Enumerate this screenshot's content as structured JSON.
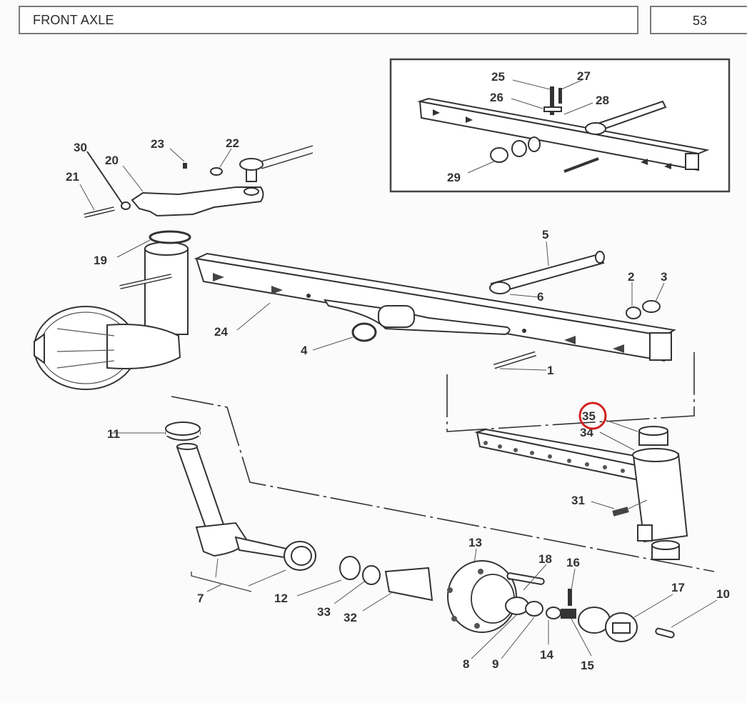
{
  "header": {
    "title": "FRONT AXLE",
    "page_number": "53"
  },
  "diagram": {
    "type": "exploded parts diagram",
    "highlight": {
      "part": "35",
      "color": "#d42020",
      "shape": "circle"
    },
    "inset": {
      "callouts": [
        "25",
        "26",
        "27",
        "28",
        "29"
      ]
    },
    "callouts": [
      {
        "id": "1",
        "label": "1"
      },
      {
        "id": "2",
        "label": "2"
      },
      {
        "id": "3",
        "label": "3"
      },
      {
        "id": "4",
        "label": "4"
      },
      {
        "id": "5",
        "label": "5"
      },
      {
        "id": "6",
        "label": "6"
      },
      {
        "id": "7",
        "label": "7"
      },
      {
        "id": "8",
        "label": "8"
      },
      {
        "id": "9",
        "label": "9"
      },
      {
        "id": "10",
        "label": "10"
      },
      {
        "id": "11",
        "label": "11"
      },
      {
        "id": "12",
        "label": "12"
      },
      {
        "id": "13",
        "label": "13"
      },
      {
        "id": "14",
        "label": "14"
      },
      {
        "id": "15",
        "label": "15"
      },
      {
        "id": "16",
        "label": "16"
      },
      {
        "id": "17",
        "label": "17"
      },
      {
        "id": "18",
        "label": "18"
      },
      {
        "id": "19",
        "label": "19"
      },
      {
        "id": "20",
        "label": "20"
      },
      {
        "id": "21",
        "label": "21"
      },
      {
        "id": "22",
        "label": "22"
      },
      {
        "id": "23",
        "label": "23"
      },
      {
        "id": "24",
        "label": "24"
      },
      {
        "id": "25",
        "label": "25"
      },
      {
        "id": "26",
        "label": "26"
      },
      {
        "id": "27",
        "label": "27"
      },
      {
        "id": "28",
        "label": "28"
      },
      {
        "id": "29",
        "label": "29"
      },
      {
        "id": "30",
        "label": "30"
      },
      {
        "id": "31",
        "label": "31"
      },
      {
        "id": "32",
        "label": "32"
      },
      {
        "id": "33",
        "label": "33"
      },
      {
        "id": "34",
        "label": "34"
      },
      {
        "id": "35",
        "label": "35"
      }
    ]
  }
}
